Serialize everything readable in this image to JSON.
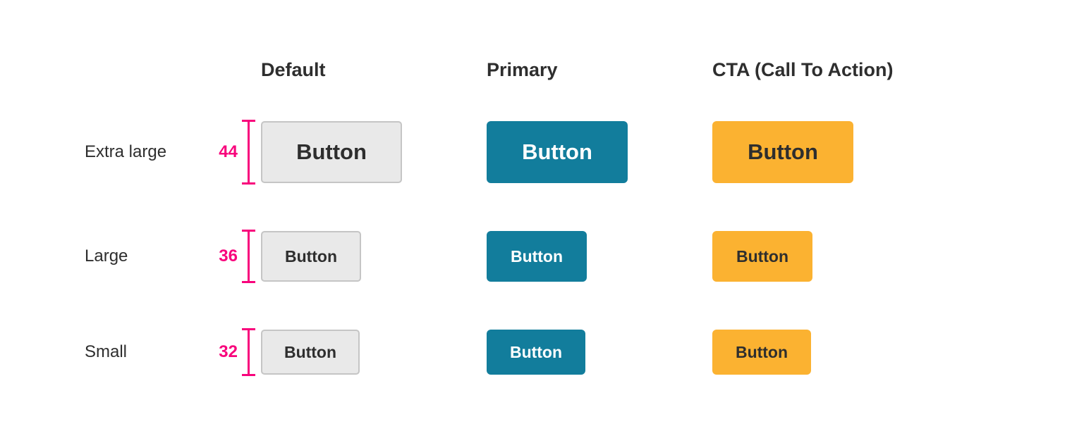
{
  "columns": [
    {
      "id": "default",
      "label": "Default"
    },
    {
      "id": "primary",
      "label": "Primary"
    },
    {
      "id": "cta",
      "label": "CTA (Call To Action)"
    }
  ],
  "rows": [
    {
      "id": "extra-large",
      "label": "Extra large",
      "size": "44",
      "buttons": {
        "default": "Button",
        "primary": "Button",
        "cta": "Button"
      }
    },
    {
      "id": "large",
      "label": "Large",
      "size": "36",
      "buttons": {
        "default": "Button",
        "primary": "Button",
        "cta": "Button"
      }
    },
    {
      "id": "small",
      "label": "Small",
      "size": "32",
      "buttons": {
        "default": "Button",
        "primary": "Button",
        "cta": "Button"
      }
    }
  ],
  "colors": {
    "heading_text": "#2e2e2e",
    "default_bg": "#e9e9e9",
    "default_border": "#c5c5c5",
    "default_text": "#2e2e2e",
    "primary_bg": "#127d9c",
    "primary_text": "#ffffff",
    "cta_bg": "#fbb231",
    "cta_text": "#2e2e2e",
    "measure": "#f8047c"
  }
}
